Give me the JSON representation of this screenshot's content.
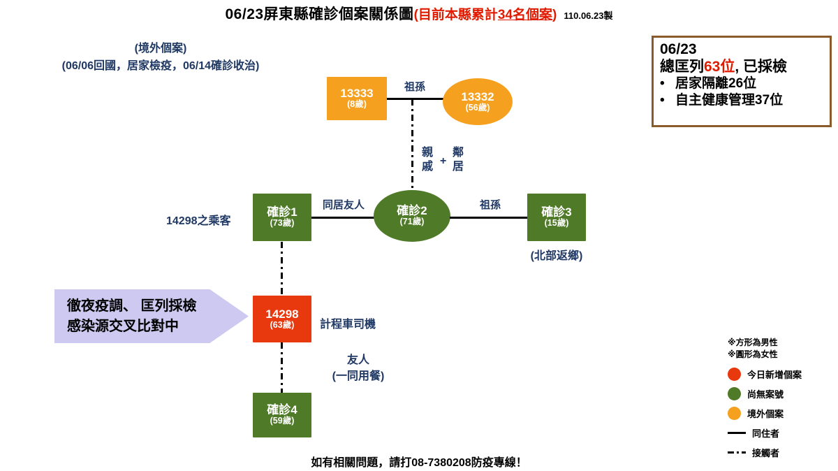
{
  "title": {
    "main": "06/23屏東縣確診個案關係圖",
    "paren_pre": "(目前本縣累計",
    "paren_hl": "34名個案",
    "paren_post": ")",
    "stamp": "110.06.23製"
  },
  "info_box": {
    "date": "06/23",
    "total_pre": "總匡列",
    "total_hl": "63位",
    "total_post": ", 已採檢",
    "bullets": [
      {
        "mark": "•",
        "text": "居家隔離26位"
      },
      {
        "mark": "•",
        "text": "自主健康管理37位"
      }
    ]
  },
  "notes": {
    "imported_case": "(境外個案)",
    "imported_detail": "(06/06回國，居家檢疫，06/14確診收治)",
    "passenger_of_14298": "14298之乘客",
    "north_return": "(北部返鄉)",
    "taxi_driver": "計程車司機",
    "friend": "友人",
    "friend_detail": "(一同用餐)"
  },
  "edge_labels": {
    "grandparent_grandchild_top": "祖孫",
    "relative_char1": "親",
    "relative_char2": "戚",
    "plus": "+",
    "neighbor_char1": "鄰",
    "neighbor_char2": "居",
    "cohabit_friend": "同居友人",
    "grandparent_grandchild_mid": "祖孫"
  },
  "nodes": [
    {
      "key": "n13333",
      "id": "13333",
      "age": "(8歲)",
      "shape": "square",
      "color": "#F5A01E"
    },
    {
      "key": "n13332",
      "id": "13332",
      "age": "(56歲)",
      "shape": "ellipse",
      "color": "#F5A01E"
    },
    {
      "key": "case1",
      "id": "確診1",
      "age": "(73歲)",
      "shape": "square",
      "color": "#4F7A28"
    },
    {
      "key": "case2",
      "id": "確診2",
      "age": "(71歲)",
      "shape": "ellipse",
      "color": "#4F7A28"
    },
    {
      "key": "case3",
      "id": "確診3",
      "age": "(15歲)",
      "shape": "square",
      "color": "#4F7A28"
    },
    {
      "key": "n14298",
      "id": "14298",
      "age": "(63歲)",
      "shape": "square",
      "color": "#E8380D"
    },
    {
      "key": "case4",
      "id": "確診4",
      "age": "(59歲)",
      "shape": "square",
      "color": "#4F7A28"
    }
  ],
  "banner": {
    "line1": "徹夜疫調、 匡列採檢",
    "line2": "感染源交叉比對中"
  },
  "legend": {
    "note1": "※方形為男性",
    "note2": "※圓形為女性",
    "items": [
      {
        "type": "dot",
        "color": "#E8380D",
        "label": "今日新增個案"
      },
      {
        "type": "dot",
        "color": "#4F7A28",
        "label": "尚無案號"
      },
      {
        "type": "dot",
        "color": "#F5A01E",
        "label": "境外個案"
      },
      {
        "type": "solid",
        "color": "#000000",
        "label": "同住者"
      },
      {
        "type": "dash",
        "color": "#000000",
        "label": "接觸者"
      }
    ]
  },
  "footer": "如有相關問題，請打08-7380208防疫專線！"
}
